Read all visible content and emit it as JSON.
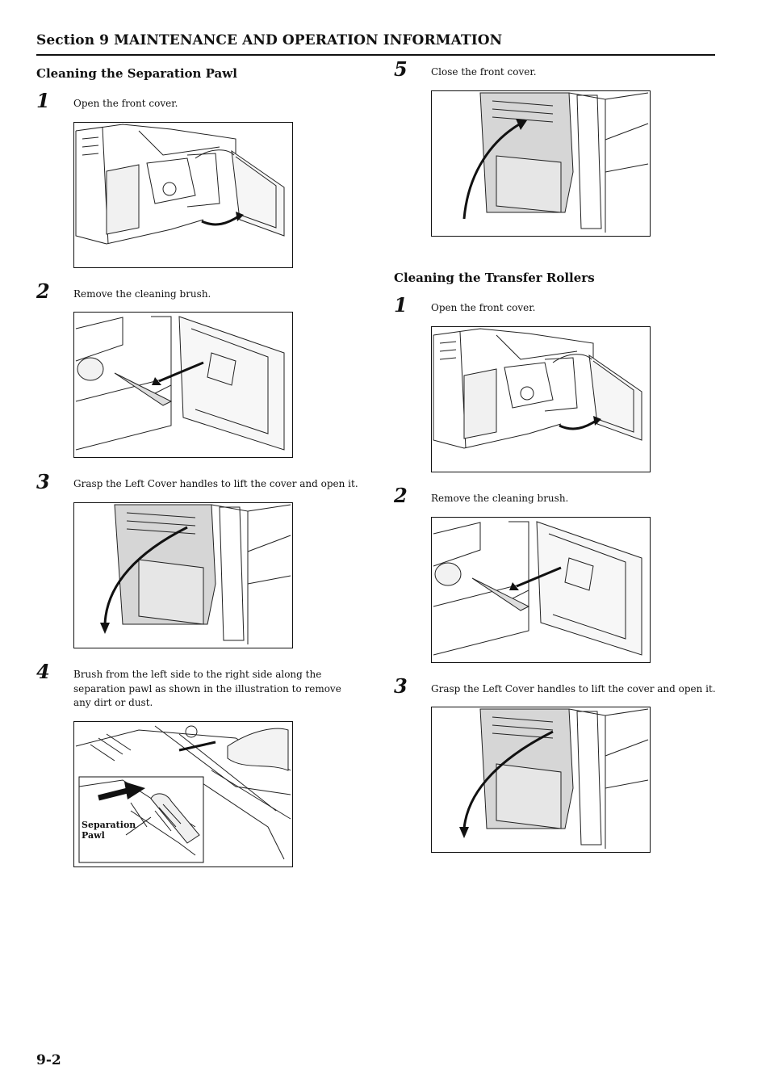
{
  "header": {
    "title": "Section 9  MAINTENANCE AND OPERATION INFORMATION"
  },
  "left": {
    "title": "Cleaning the Separation Pawl",
    "steps": [
      {
        "num": "1",
        "text": "Open the front cover."
      },
      {
        "num": "2",
        "text": "Remove the cleaning brush."
      },
      {
        "num": "3",
        "text": "Grasp the Left Cover handles to lift the cover and open it."
      },
      {
        "num": "4",
        "text": "Brush from the left side to the right side along the separation pawl as shown in the illustration to remove any dirt or dust."
      }
    ],
    "callout": {
      "line1": "Separation",
      "line2": "Pawl"
    }
  },
  "right": {
    "step5": {
      "num": "5",
      "text": "Close the front cover."
    },
    "title": "Cleaning the Transfer Rollers",
    "steps": [
      {
        "num": "1",
        "text": "Open the front cover."
      },
      {
        "num": "2",
        "text": "Remove the cleaning brush."
      },
      {
        "num": "3",
        "text": "Grasp the Left Cover handles to lift the cover and open it."
      }
    ]
  },
  "footer": {
    "page_number": "9-2"
  }
}
